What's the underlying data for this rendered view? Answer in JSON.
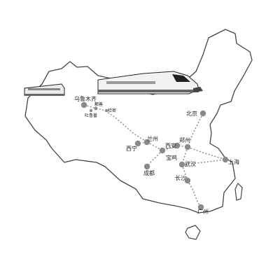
{
  "colors": {
    "background": "#ffffff",
    "country_fill": "#ffffff",
    "border": "#444444",
    "route": "#888888",
    "city_dot": "#8a8a8a",
    "label_text": "#222222"
  },
  "cities": [
    {
      "id": "urumqi",
      "label": "乌鲁木齐"
    },
    {
      "id": "shanshan",
      "label": "鄯善"
    },
    {
      "id": "turpan",
      "label": "吐鲁番"
    },
    {
      "id": "hami",
      "label": "哈密"
    },
    {
      "id": "beijing",
      "label": "北京"
    },
    {
      "id": "xining",
      "label": "西宁"
    },
    {
      "id": "lanzhou",
      "label": "兰州"
    },
    {
      "id": "xian",
      "label": "西安"
    },
    {
      "id": "zhengzhou",
      "label": "郑州"
    },
    {
      "id": "baoji",
      "label": "宝鸡"
    },
    {
      "id": "chengdu",
      "label": "成都"
    },
    {
      "id": "wuhan",
      "label": "武汉"
    },
    {
      "id": "shanghai",
      "label": "上海"
    },
    {
      "id": "changsha",
      "label": "长沙"
    },
    {
      "id": "guangzhou",
      "label": "广州"
    }
  ],
  "icons": {
    "train_front": "high-speed-train-icon",
    "train_rear": "train-carriage-icon"
  }
}
